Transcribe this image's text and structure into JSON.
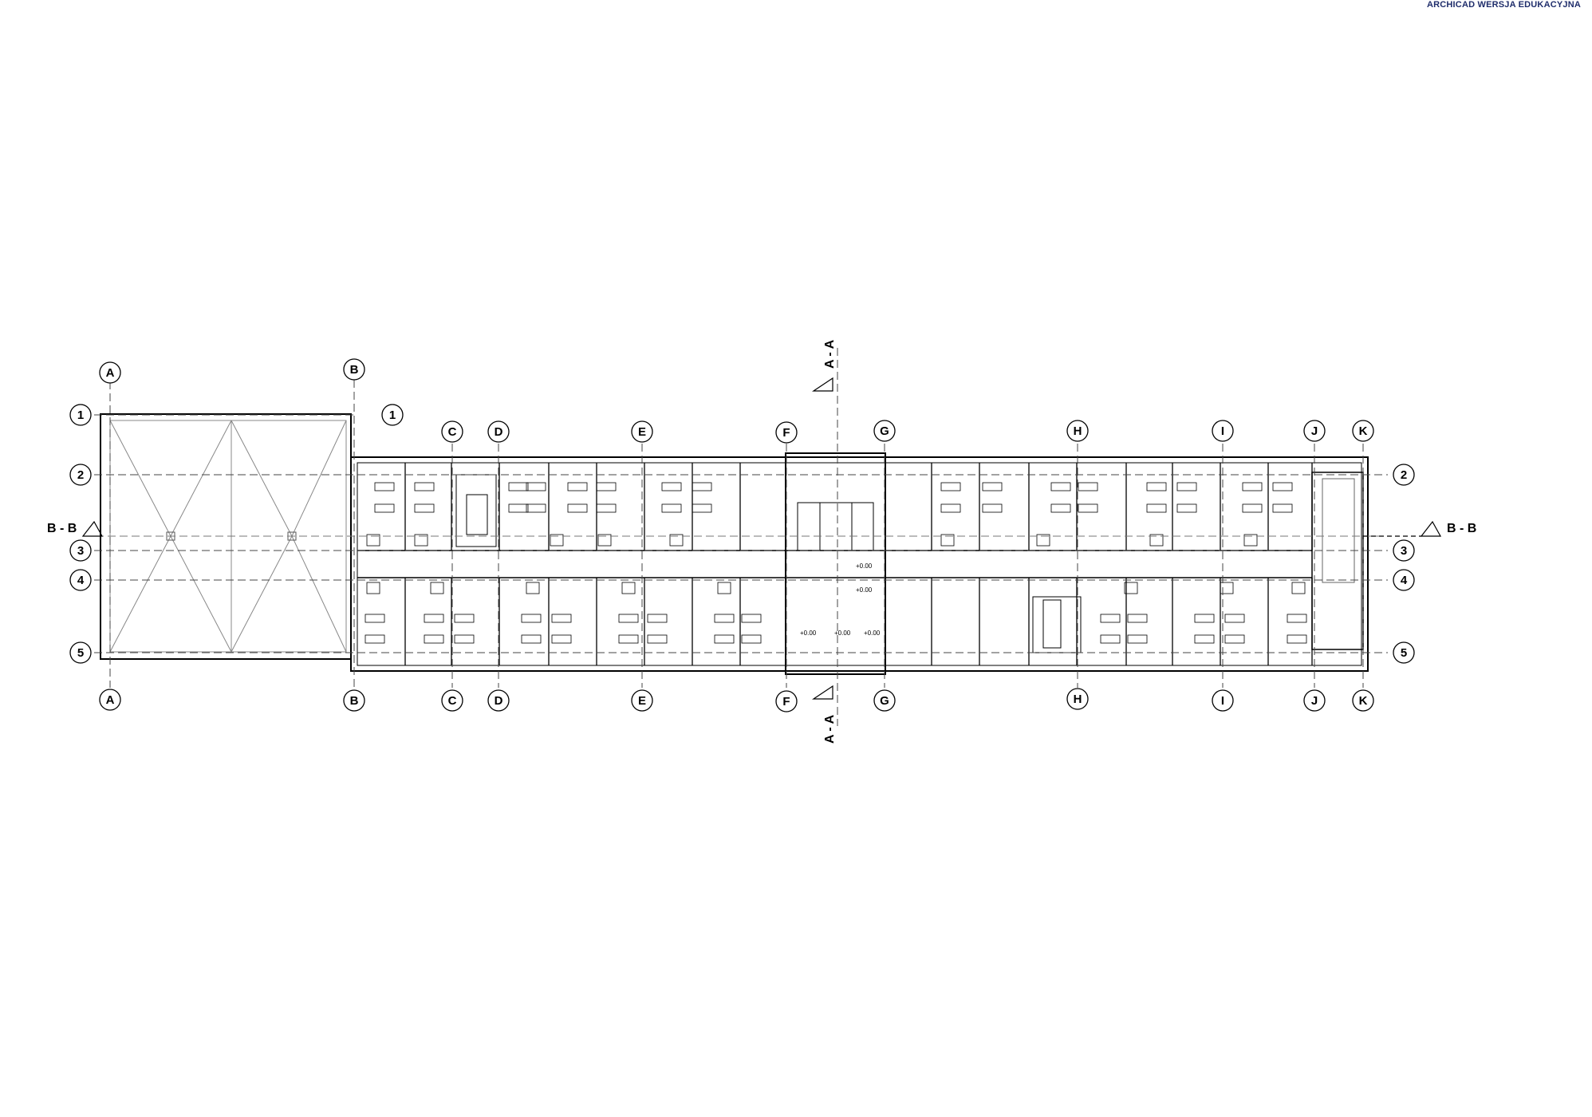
{
  "watermark": "ARCHICAD WERSJA EDUKACYJNA",
  "grid": {
    "columns_top": [
      "A",
      "B",
      "C",
      "D",
      "E",
      "F",
      "G",
      "H",
      "I",
      "J",
      "K"
    ],
    "columns_bottom": [
      "A",
      "B",
      "C",
      "D",
      "E",
      "F",
      "G",
      "H",
      "I",
      "J",
      "K"
    ],
    "rows_left": [
      "1",
      "2",
      "3",
      "4",
      "5"
    ],
    "rows_right": [
      "1",
      "2",
      "3",
      "4",
      "5"
    ]
  },
  "sections": {
    "aa_top": "A - A",
    "aa_bottom": "A - A",
    "bb_left": "B - B",
    "bb_right": "B - B"
  },
  "levels": [
    "+0.00",
    "+0.00",
    "+0.00",
    "+0.00",
    "+0.00"
  ],
  "colors": {
    "line": "#000000",
    "watermark": "#1f2d6b",
    "light_line": "#9a9a9a"
  }
}
